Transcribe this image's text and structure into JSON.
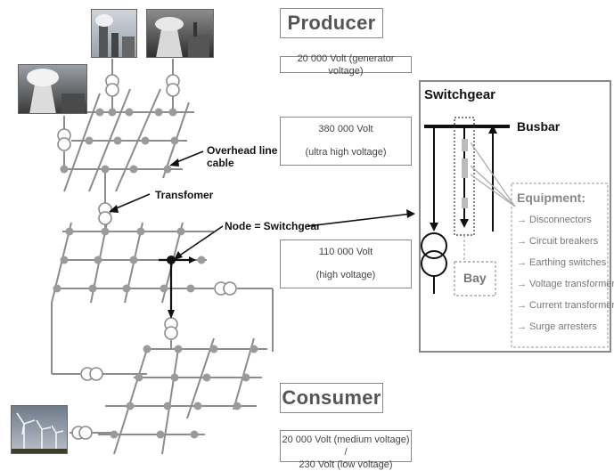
{
  "producer": {
    "title": "Producer",
    "gen_voltage": "20 000 Volt (generator voltage)"
  },
  "levels": {
    "ultra_high": {
      "line1": "380 000 Volt",
      "line2": "(ultra high voltage)"
    },
    "high": {
      "line1": "110 000 Volt",
      "line2": "(high voltage)"
    }
  },
  "consumer": {
    "title": "Consumer",
    "line1": "20 000 Volt (medium voltage) /",
    "line2": "230 Volt (low voltage)"
  },
  "labels": {
    "overhead_line_1": "Overhead line /",
    "overhead_line_2": "cable",
    "transformer": "Transfomer",
    "node": "Node = Switchgear"
  },
  "switchgear": {
    "title": "Switchgear",
    "busbar": "Busbar",
    "bay": "Bay",
    "equipment_title": "Equipment:",
    "equipment": [
      "→ Disconnectors",
      "→ Circuit breakers",
      "→ Earthing switches",
      "→ Voltage transformers",
      "→ Current transformers",
      "→ Surge arresters"
    ]
  },
  "colors": {
    "line": "#8c8c8c",
    "node": "#9a9a9a",
    "dark": "#111111",
    "box_border": "#8a8a8a"
  }
}
